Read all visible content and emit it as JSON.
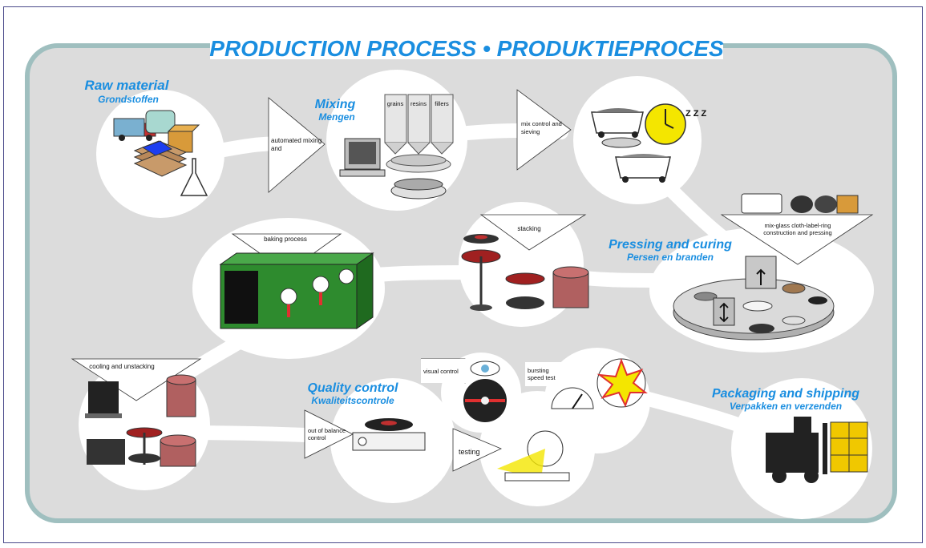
{
  "title": "PRODUCTION PROCESS • PRODUKTIEPROCES",
  "stages": {
    "raw": {
      "title": "Raw material",
      "subtitle": "Grondstoffen"
    },
    "mixing": {
      "title": "Mixing",
      "subtitle": "Mengen"
    },
    "pressing": {
      "title": "Pressing and curing",
      "subtitle": "Persen en branden"
    },
    "quality": {
      "title": "Quality control",
      "subtitle": "Kwaliteitscontrole"
    },
    "packaging": {
      "title": "Packaging and shipping",
      "subtitle": "Verpakken en verzenden"
    }
  },
  "steps": {
    "automated_mixing": [
      "automated mixing",
      "and"
    ],
    "mix_control": [
      "mix control and",
      "sieving"
    ],
    "mix_glass": [
      "mix-glass cloth-label-ring",
      "construction and pressing"
    ],
    "stacking": "stacking",
    "baking": "baking process",
    "cooling": "cooling and unstacking",
    "out_of_balance": [
      "out of balance",
      "control"
    ],
    "visual": "visual control",
    "bursting": [
      "bursting",
      "speed test"
    ],
    "testing": "testing"
  },
  "silo_labels": [
    "grains",
    "resins",
    "fillers"
  ],
  "clock_label": "Z Z Z",
  "colors": {
    "title_blue": "#1a8ee0",
    "panel_grey": "#dcdcdc",
    "border_teal": "#9fbfbf",
    "oven_green": "#2e8b2e"
  }
}
